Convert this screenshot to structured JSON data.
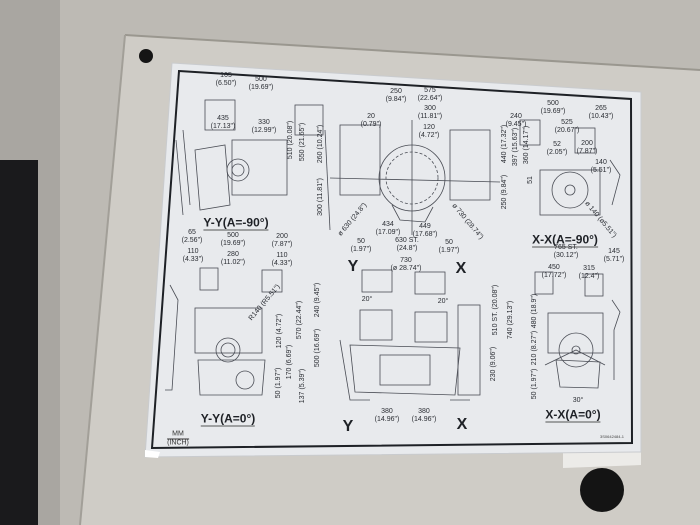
{
  "views": {
    "yy_minus90": {
      "title": "Y-Y(A=-90°)",
      "dims": [
        {
          "mm": "165",
          "inch": "(6.50\")"
        },
        {
          "mm": "500",
          "inch": "(19.69\")"
        },
        {
          "mm": "435",
          "inch": "(17.13\")"
        },
        {
          "mm": "330",
          "inch": "(12.99\")"
        },
        {
          "mm": "510",
          "inch": "(20.08\")"
        },
        {
          "mm": "550",
          "inch": "(21.65\")"
        },
        {
          "mm": "260",
          "inch": "(10.24\")"
        },
        {
          "mm": "300",
          "inch": "(11.81\")"
        }
      ]
    },
    "top_center": {
      "dims": [
        {
          "mm": "250",
          "inch": "(9.84\")"
        },
        {
          "mm": "575",
          "inch": "(22.64\")"
        },
        {
          "mm": "300",
          "inch": "(11.81\")"
        },
        {
          "mm": "120",
          "inch": "(4.72\")"
        },
        {
          "mm": "20",
          "inch": "(0.79\")"
        },
        {
          "mm": "ø 630",
          "inch": "(24.8\")"
        },
        {
          "mm": "434",
          "inch": "(17.09\")"
        },
        {
          "mm": "449",
          "inch": "(17.68\")"
        },
        {
          "mm": "ø 730",
          "inch": "(28.74\")"
        }
      ]
    },
    "xx_minus90": {
      "title": "X-X(A=-90°)",
      "dims": [
        {
          "mm": "500",
          "inch": "(19.69\")"
        },
        {
          "mm": "265",
          "inch": "(10.43\")"
        },
        {
          "mm": "240",
          "inch": "(9.45\")"
        },
        {
          "mm": "525",
          "inch": "(20.67\")"
        },
        {
          "mm": "52",
          "inch": "(2.05\")"
        },
        {
          "mm": "200",
          "inch": "(7.87\")"
        },
        {
          "mm": "140",
          "inch": "(5.51\")"
        },
        {
          "mm": "440",
          "inch": "(17.32\")"
        },
        {
          "mm": "397",
          "inch": "(15.63\")"
        },
        {
          "mm": "360",
          "inch": "(14.17\")"
        },
        {
          "mm": "250",
          "inch": "(9.84\")"
        },
        {
          "mm": "51",
          "inch": ""
        },
        {
          "mm": "ø 140",
          "inch": "(ø5.51\")"
        }
      ]
    },
    "yy_0": {
      "title": "Y-Y(A=0°)",
      "dims": [
        {
          "mm": "65",
          "inch": "(2.56\")"
        },
        {
          "mm": "110",
          "inch": "(4.33\")"
        },
        {
          "mm": "500",
          "inch": "(19.69\")"
        },
        {
          "mm": "280",
          "inch": "(11.02\")"
        },
        {
          "mm": "200",
          "inch": "(7.87\")"
        },
        {
          "mm": "110",
          "inch": "(4.33\")"
        },
        {
          "mm": "R140",
          "inch": "(R5.51\")"
        },
        {
          "mm": "120",
          "inch": "(4.72\")"
        },
        {
          "mm": "570",
          "inch": "(22.44\")"
        },
        {
          "mm": "240",
          "inch": "(9.45\")"
        },
        {
          "mm": "500",
          "inch": "(16.69\")"
        },
        {
          "mm": "170",
          "inch": "(6.69\")"
        },
        {
          "mm": "50",
          "inch": "(1.97\")"
        },
        {
          "mm": "137",
          "inch": "(5.39\")"
        }
      ]
    },
    "center": {
      "axis_y": "Y",
      "axis_x": "X",
      "angle_left": "20°",
      "angle_right": "20°",
      "dims": [
        {
          "mm": "50",
          "inch": "(1.97\")"
        },
        {
          "mm": "630 ST.",
          "inch": "(24.8\")"
        },
        {
          "mm": "50",
          "inch": "(1.97\")"
        },
        {
          "mm": "730",
          "inch": "(ø 28.74\")"
        },
        {
          "mm": "510 ST.",
          "inch": "(20.08\")"
        },
        {
          "mm": "740",
          "inch": "(29.13\")"
        },
        {
          "mm": "230",
          "inch": "(9.06\")"
        },
        {
          "mm": "380",
          "inch": "(14.96\")"
        },
        {
          "mm": "380",
          "inch": "(14.96\")"
        }
      ]
    },
    "xx_0": {
      "title": "X-X(A=0°)",
      "angle": "30°",
      "dims": [
        {
          "mm": "765 ST.",
          "inch": "(30.12\")"
        },
        {
          "mm": "145",
          "inch": "(5.71\")"
        },
        {
          "mm": "450",
          "inch": "(17.72\")"
        },
        {
          "mm": "315",
          "inch": "(12.4\")"
        },
        {
          "mm": "480",
          "inch": "(18.9\")"
        },
        {
          "mm": "210",
          "inch": "(8.27\")"
        },
        {
          "mm": "50",
          "inch": "(1.97\")"
        }
      ]
    }
  },
  "units": {
    "mm": "MM",
    "inch": "(INCH)"
  },
  "part_number": "3S0642484-1",
  "colors": {
    "wall": "#bdbab4",
    "panel": "#cfccc6",
    "label": "#e8eaed",
    "ink": "#1e2126",
    "hole": "#141414"
  }
}
